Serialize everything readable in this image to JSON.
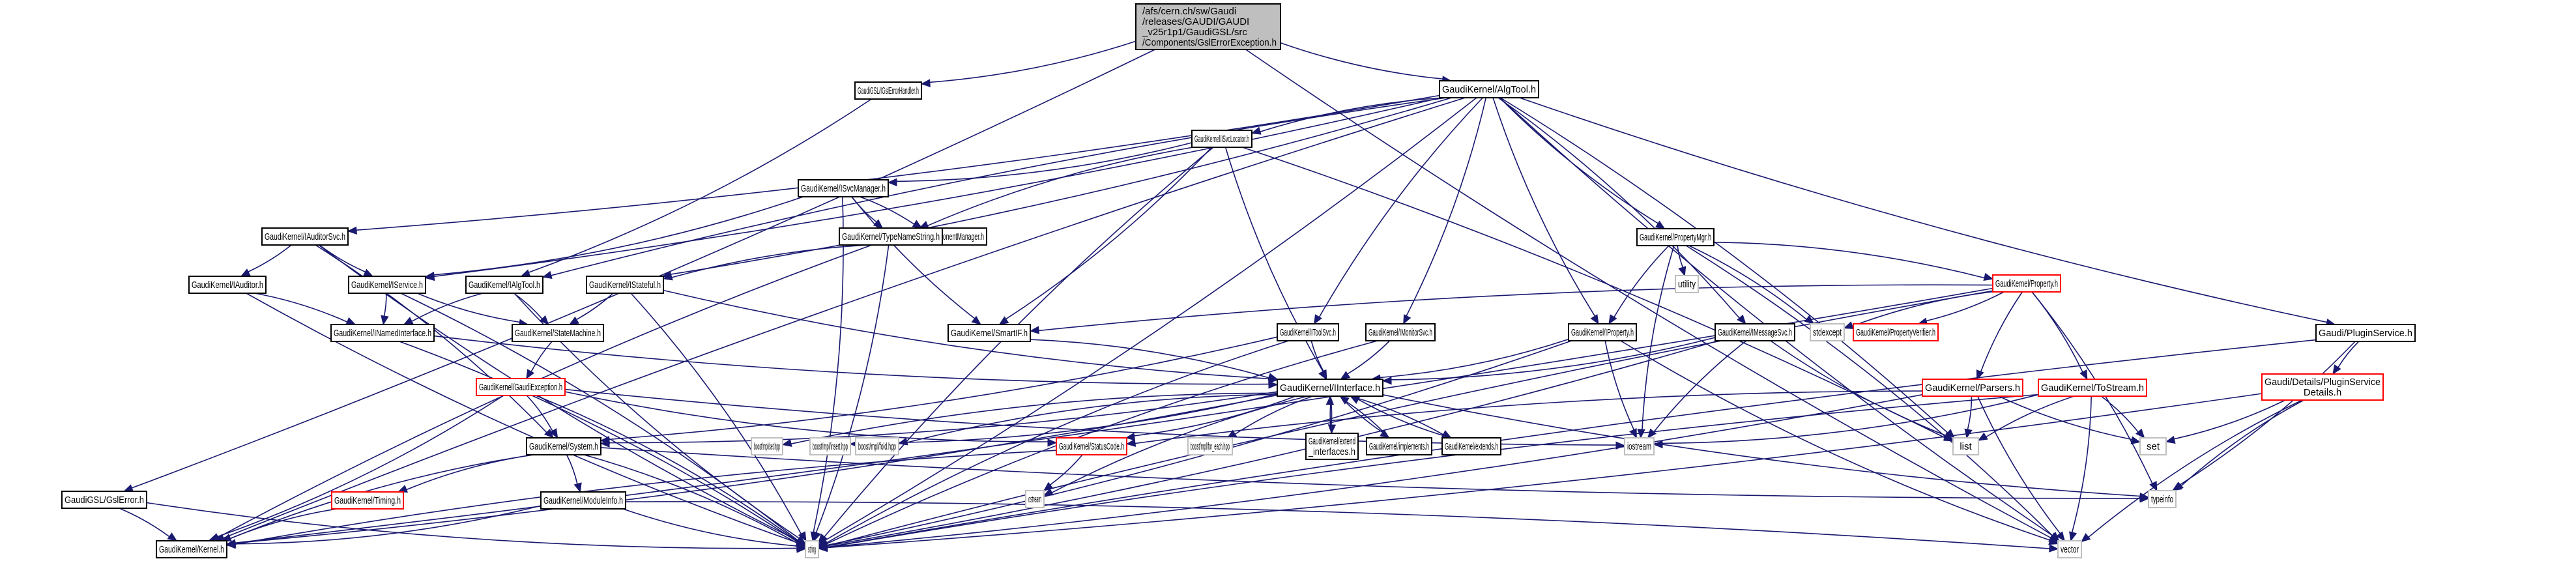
{
  "diagram": {
    "title": "Include dependency graph for GslErrorException.h",
    "colors": {
      "edge": "#191970",
      "root_fill": "#bfbfbf",
      "normal_border": "#000000",
      "red_border": "#ff0000",
      "system_border": "#bfbfbf"
    },
    "nodes": [
      {
        "id": "root",
        "type": "root",
        "lines": [
          "/afs/cern.ch/sw/Gaudi",
          "/releases/GAUDI/GAUDI",
          "_v25r1p1/GaudiGSL/src",
          "/Components/GslErrorException.h"
        ]
      },
      {
        "id": "IGslErrorHandler",
        "type": "normal",
        "lines": [
          "GaudiGSL/IGslErrorHandler.h"
        ]
      },
      {
        "id": "AlgTool",
        "type": "normal",
        "lines": [
          "GaudiKernel/AlgTool.h"
        ]
      },
      {
        "id": "GslError",
        "type": "normal",
        "lines": [
          "GaudiGSL/GslError.h"
        ]
      },
      {
        "id": "ISvcLocator",
        "type": "normal",
        "lines": [
          "GaudiKernel/ISvcLocator.h"
        ]
      },
      {
        "id": "ISvcManager",
        "type": "normal",
        "lines": [
          "GaudiKernel/ISvcManager.h"
        ]
      },
      {
        "id": "IAuditorSvc",
        "type": "normal",
        "lines": [
          "GaudiKernel/IAuditorSvc.h"
        ]
      },
      {
        "id": "IComponentManager",
        "type": "normal",
        "lines": [
          "GaudiKernel/IComponentManager.h"
        ]
      },
      {
        "id": "TypeNameString",
        "type": "normal",
        "lines": [
          "GaudiKernel/TypeNameString.h"
        ]
      },
      {
        "id": "PropertyMgr",
        "type": "normal",
        "lines": [
          "GaudiKernel/PropertyMgr.h"
        ]
      },
      {
        "id": "IAuditor",
        "type": "normal",
        "lines": [
          "GaudiKernel/IAuditor.h"
        ]
      },
      {
        "id": "IService",
        "type": "normal",
        "lines": [
          "GaudiKernel/IService.h"
        ]
      },
      {
        "id": "IAlgTool",
        "type": "normal",
        "lines": [
          "GaudiKernel/IAlgTool.h"
        ]
      },
      {
        "id": "IStateful",
        "type": "normal",
        "lines": [
          "GaudiKernel/IStateful.h"
        ]
      },
      {
        "id": "utility",
        "type": "system",
        "lines": [
          "utility"
        ]
      },
      {
        "id": "Property",
        "type": "red",
        "lines": [
          "GaudiKernel/Property.h"
        ]
      },
      {
        "id": "PluginService",
        "type": "normal",
        "lines": [
          "Gaudi/PluginService.h"
        ]
      },
      {
        "id": "INamedInterface",
        "type": "normal",
        "lines": [
          "GaudiKernel/INamedInterface.h"
        ]
      },
      {
        "id": "StateMachine",
        "type": "normal",
        "lines": [
          "GaudiKernel/StateMachine.h"
        ]
      },
      {
        "id": "SmartIF",
        "type": "normal",
        "lines": [
          "GaudiKernel/SmartIF.h"
        ]
      },
      {
        "id": "IToolSvc",
        "type": "normal",
        "lines": [
          "GaudiKernel/IToolSvc.h"
        ]
      },
      {
        "id": "IMonitorSvc",
        "type": "normal",
        "lines": [
          "GaudiKernel/IMonitorSvc.h"
        ]
      },
      {
        "id": "IProperty",
        "type": "normal",
        "lines": [
          "GaudiKernel/IProperty.h"
        ]
      },
      {
        "id": "IMessageSvc",
        "type": "normal",
        "lines": [
          "GaudiKernel/IMessageSvc.h"
        ]
      },
      {
        "id": "stdexcept",
        "type": "system",
        "lines": [
          "stdexcept"
        ]
      },
      {
        "id": "PropertyVerifier",
        "type": "red",
        "lines": [
          "GaudiKernel/PropertyVerifier.h"
        ]
      },
      {
        "id": "PluginServiceDetails",
        "type": "red",
        "lines": [
          "Gaudi/Details/PluginService",
          "Details.h"
        ]
      },
      {
        "id": "GaudiException",
        "type": "red",
        "lines": [
          "GaudiKernel/GaudiException.h"
        ]
      },
      {
        "id": "IInterface",
        "type": "normal",
        "lines": [
          "GaudiKernel/IInterface.h"
        ]
      },
      {
        "id": "Parsers",
        "type": "red",
        "lines": [
          "GaudiKernel/Parsers.h"
        ]
      },
      {
        "id": "ToStream",
        "type": "red",
        "lines": [
          "GaudiKernel/ToStream.h"
        ]
      },
      {
        "id": "System",
        "type": "normal",
        "lines": [
          "GaudiKernel/System.h"
        ]
      },
      {
        "id": "mplset",
        "type": "system",
        "lines": [
          "boost/mpl/set.hpp"
        ]
      },
      {
        "id": "mplinsert",
        "type": "system",
        "lines": [
          "boost/mpl/insert.hpp"
        ]
      },
      {
        "id": "mplfold",
        "type": "system",
        "lines": [
          "boost/mpl/fold.hpp"
        ]
      },
      {
        "id": "StatusCode",
        "type": "red",
        "lines": [
          "GaudiKernel/StatusCode.h"
        ]
      },
      {
        "id": "mplforeach",
        "type": "system",
        "lines": [
          "boost/mpl/for_each.hpp"
        ]
      },
      {
        "id": "extend_interfaces",
        "type": "normal",
        "lines": [
          "GaudiKernel/extend",
          "_interfaces.h"
        ]
      },
      {
        "id": "implements",
        "type": "normal",
        "lines": [
          "GaudiKernel/implements.h"
        ]
      },
      {
        "id": "extends",
        "type": "normal",
        "lines": [
          "GaudiKernel/extends.h"
        ]
      },
      {
        "id": "iostream",
        "type": "system",
        "lines": [
          "iostream"
        ]
      },
      {
        "id": "list",
        "type": "system",
        "lines": [
          "list"
        ]
      },
      {
        "id": "set",
        "type": "system",
        "lines": [
          "set"
        ]
      },
      {
        "id": "Timing",
        "type": "red",
        "lines": [
          "GaudiKernel/Timing.h"
        ]
      },
      {
        "id": "ModuleInfo",
        "type": "normal",
        "lines": [
          "GaudiKernel/ModuleInfo.h"
        ]
      },
      {
        "id": "ostream",
        "type": "system",
        "lines": [
          "ostream"
        ]
      },
      {
        "id": "typeinfo",
        "type": "system",
        "lines": [
          "typeinfo"
        ]
      },
      {
        "id": "Kernel",
        "type": "normal",
        "lines": [
          "GaudiKernel/Kernel.h"
        ]
      },
      {
        "id": "string",
        "type": "system",
        "lines": [
          "string"
        ]
      },
      {
        "id": "vector",
        "type": "system",
        "lines": [
          "vector"
        ]
      }
    ],
    "edges": [
      [
        "root",
        "IGslErrorHandler"
      ],
      [
        "root",
        "AlgTool"
      ],
      [
        "root",
        "GslError"
      ],
      [
        "root",
        "vector"
      ],
      [
        "IGslErrorHandler",
        "IAlgTool"
      ],
      [
        "AlgTool",
        "ISvcLocator"
      ],
      [
        "AlgTool",
        "IAuditorSvc"
      ],
      [
        "AlgTool",
        "PropertyMgr"
      ],
      [
        "AlgTool",
        "IService"
      ],
      [
        "AlgTool",
        "IAlgTool"
      ],
      [
        "AlgTool",
        "IStateful"
      ],
      [
        "AlgTool",
        "IToolSvc"
      ],
      [
        "AlgTool",
        "IMonitorSvc"
      ],
      [
        "AlgTool",
        "IProperty"
      ],
      [
        "AlgTool",
        "IMessageSvc"
      ],
      [
        "AlgTool",
        "PluginService"
      ],
      [
        "AlgTool",
        "list"
      ],
      [
        "AlgTool",
        "vector"
      ],
      [
        "AlgTool",
        "string"
      ],
      [
        "AlgTool",
        "Kernel"
      ],
      [
        "ISvcLocator",
        "ISvcManager"
      ],
      [
        "ISvcLocator",
        "TypeNameString"
      ],
      [
        "ISvcLocator",
        "SmartIF"
      ],
      [
        "ISvcLocator",
        "IInterface"
      ],
      [
        "ISvcLocator",
        "list"
      ],
      [
        "ISvcLocator",
        "string"
      ],
      [
        "ISvcManager",
        "IComponentManager"
      ],
      [
        "ISvcManager",
        "TypeNameString"
      ],
      [
        "ISvcManager",
        "IService"
      ],
      [
        "ISvcManager",
        "SmartIF"
      ],
      [
        "ISvcManager",
        "string"
      ],
      [
        "IComponentManager",
        "IStateful"
      ],
      [
        "TypeNameString",
        "string"
      ],
      [
        "TypeNameString",
        "Kernel"
      ],
      [
        "IAuditorSvc",
        "IAuditor"
      ],
      [
        "IAuditorSvc",
        "IService"
      ],
      [
        "IAuditorSvc",
        "System"
      ],
      [
        "IAuditorSvc",
        "string"
      ],
      [
        "IAuditor",
        "INamedInterface"
      ],
      [
        "IAuditor",
        "string"
      ],
      [
        "IService",
        "INamedInterface"
      ],
      [
        "IService",
        "StateMachine"
      ],
      [
        "IService",
        "string"
      ],
      [
        "IAlgTool",
        "INamedInterface"
      ],
      [
        "IAlgTool",
        "StateMachine"
      ],
      [
        "IAlgTool",
        "string"
      ],
      [
        "IStateful",
        "StateMachine"
      ],
      [
        "IStateful",
        "IInterface"
      ],
      [
        "IStateful",
        "string"
      ],
      [
        "INamedInterface",
        "IInterface"
      ],
      [
        "INamedInterface",
        "string"
      ],
      [
        "StateMachine",
        "GaudiException"
      ],
      [
        "GaudiException",
        "System"
      ],
      [
        "GaudiException",
        "StatusCode"
      ],
      [
        "GaudiException",
        "string"
      ],
      [
        "GaudiException",
        "iostream"
      ],
      [
        "GaudiException",
        "Kernel"
      ],
      [
        "PropertyMgr",
        "utility"
      ],
      [
        "PropertyMgr",
        "Property"
      ],
      [
        "PropertyMgr",
        "IProperty"
      ],
      [
        "PropertyMgr",
        "stdexcept"
      ],
      [
        "PropertyMgr",
        "iostream"
      ],
      [
        "PropertyMgr",
        "vector"
      ],
      [
        "Property",
        "stdexcept"
      ],
      [
        "Property",
        "PropertyVerifier"
      ],
      [
        "Property",
        "Parsers"
      ],
      [
        "Property",
        "ToStream"
      ],
      [
        "Property",
        "SmartIF"
      ],
      [
        "Property",
        "typeinfo"
      ],
      [
        "Property",
        "string"
      ],
      [
        "Property",
        "Kernel"
      ],
      [
        "PluginService",
        "PluginServiceDetails"
      ],
      [
        "PluginService",
        "typeinfo"
      ],
      [
        "PluginService",
        "string"
      ],
      [
        "PluginServiceDetails",
        "set"
      ],
      [
        "PluginServiceDetails",
        "typeinfo"
      ],
      [
        "PluginServiceDetails",
        "string"
      ],
      [
        "PluginServiceDetails",
        "vector"
      ],
      [
        "SmartIF",
        "IInterface"
      ],
      [
        "IToolSvc",
        "IInterface"
      ],
      [
        "IToolSvc",
        "System"
      ],
      [
        "IToolSvc",
        "string"
      ],
      [
        "IMonitorSvc",
        "IInterface"
      ],
      [
        "IMonitorSvc",
        "string"
      ],
      [
        "IProperty",
        "IInterface"
      ],
      [
        "IProperty",
        "iostream"
      ],
      [
        "IProperty",
        "string"
      ],
      [
        "IProperty",
        "vector"
      ],
      [
        "IMessageSvc",
        "IInterface"
      ],
      [
        "IMessageSvc",
        "iostream"
      ],
      [
        "IMessageSvc",
        "string"
      ],
      [
        "IMessageSvc",
        "list"
      ],
      [
        "IInterface",
        "System"
      ],
      [
        "IInterface",
        "mplset"
      ],
      [
        "IInterface",
        "mplinsert"
      ],
      [
        "IInterface",
        "mplfold"
      ],
      [
        "IInterface",
        "StatusCode"
      ],
      [
        "IInterface",
        "mplforeach"
      ],
      [
        "IInterface",
        "extend_interfaces"
      ],
      [
        "IInterface",
        "implements"
      ],
      [
        "IInterface",
        "extends"
      ],
      [
        "IInterface",
        "ostream"
      ],
      [
        "IInterface",
        "Kernel"
      ],
      [
        "IInterface",
        "typeinfo"
      ],
      [
        "extend_interfaces",
        "IInterface"
      ],
      [
        "implements",
        "IInterface"
      ],
      [
        "extends",
        "IInterface"
      ],
      [
        "Parsers",
        "StatusCode"
      ],
      [
        "Parsers",
        "list"
      ],
      [
        "Parsers",
        "set"
      ],
      [
        "Parsers",
        "string"
      ],
      [
        "Parsers",
        "vector"
      ],
      [
        "ToStream",
        "iostream"
      ],
      [
        "ToStream",
        "list"
      ],
      [
        "ToStream",
        "set"
      ],
      [
        "ToStream",
        "string"
      ],
      [
        "ToStream",
        "vector"
      ],
      [
        "System",
        "Timing"
      ],
      [
        "System",
        "ModuleInfo"
      ],
      [
        "System",
        "Kernel"
      ],
      [
        "System",
        "string"
      ],
      [
        "System",
        "typeinfo"
      ],
      [
        "StatusCode",
        "ostream"
      ],
      [
        "StatusCode",
        "Kernel"
      ],
      [
        "ModuleInfo",
        "Kernel"
      ],
      [
        "ModuleInfo",
        "string"
      ],
      [
        "ModuleInfo",
        "vector"
      ],
      [
        "Timing",
        "Kernel"
      ],
      [
        "GslError",
        "Kernel"
      ],
      [
        "GslError",
        "string"
      ]
    ]
  }
}
